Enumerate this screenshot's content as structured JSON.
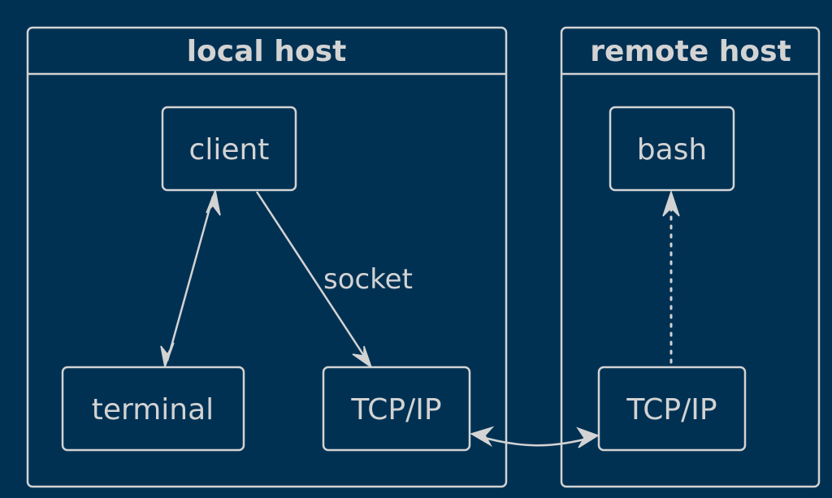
{
  "groups": {
    "local": {
      "title": "local host"
    },
    "remote": {
      "title": "remote host"
    }
  },
  "nodes": {
    "client": "client",
    "terminal": "terminal",
    "local_tcp": "TCP/IP",
    "bash": "bash",
    "remote_tcp": "TCP/IP"
  },
  "edges": {
    "client_to_local_tcp": {
      "label": "socket"
    }
  },
  "colors": {
    "background": "#003153",
    "line": "#d3d3d3"
  }
}
